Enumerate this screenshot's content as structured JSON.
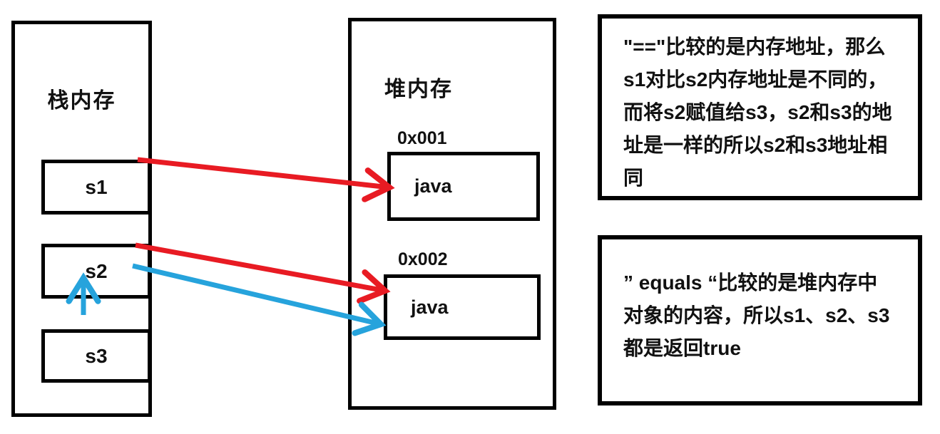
{
  "diagram_title": "Java string == vs equals memory diagram",
  "colors": {
    "arrow_red": "#e81b23",
    "arrow_blue": "#26a3dc",
    "border": "#000000",
    "background": "#ffffff"
  },
  "stack": {
    "title": "栈内存",
    "variables": [
      {
        "label": "s1"
      },
      {
        "label": "s2"
      },
      {
        "label": "s3"
      }
    ]
  },
  "heap": {
    "title": "堆内存",
    "objects": [
      {
        "address": "0x001",
        "value": "java"
      },
      {
        "address": "0x002",
        "value": "java"
      }
    ]
  },
  "arrows": [
    {
      "name": "s1-to-0x001",
      "color": "red"
    },
    {
      "name": "s2-to-0x002",
      "color": "red"
    },
    {
      "name": "s2-to-0x002-content",
      "color": "blue"
    },
    {
      "name": "s3-to-s2",
      "color": "blue"
    }
  ],
  "notes": [
    {
      "lines": [
        "\"==\"比较的是内存地址，那么",
        "s1对比s2内存地址是不同的，",
        "而将s2赋值给s3，s2和s3的地",
        "址是一样的所以s2和s3地址相",
        "同"
      ]
    },
    {
      "lines": [
        "” equals “比较的是堆内存中",
        "对象的内容，所以s1、s2、s3",
        "都是返回true"
      ]
    }
  ]
}
